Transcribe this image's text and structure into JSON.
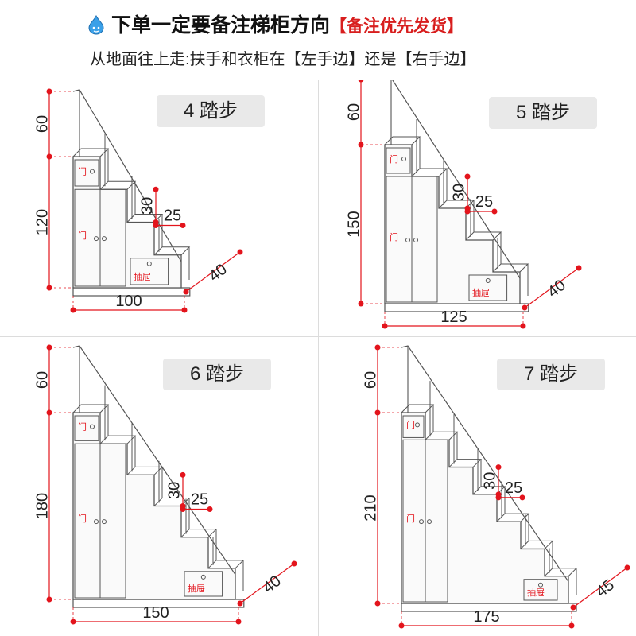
{
  "header": {
    "title": "下单一定要备注梯柜方向",
    "tag": "【备注优先发货】",
    "subtitle": "从地面往上走:扶手和衣柜在【左手边】还是【右手边】"
  },
  "labels": {
    "door": "门",
    "drawer": "抽屉"
  },
  "colors": {
    "dimension": "#e3141c",
    "outline": "#555555",
    "badge": "#e9e9e9"
  },
  "panels": [
    {
      "step_label": "4 踏步",
      "dims": {
        "top": "60",
        "middle": "120",
        "riser": "30",
        "tread": "25",
        "width": "100",
        "depth": "40"
      }
    },
    {
      "step_label": "5 踏步",
      "dims": {
        "top": "60",
        "middle": "150",
        "riser": "30",
        "tread": "25",
        "width": "125",
        "depth": "40"
      }
    },
    {
      "step_label": "6 踏步",
      "dims": {
        "top": "60",
        "middle": "180",
        "riser": "30",
        "tread": "25",
        "width": "150",
        "depth": "40"
      }
    },
    {
      "step_label": "7 踏步",
      "dims": {
        "top": "60",
        "middle": "210",
        "riser": "30",
        "tread": "25",
        "width": "175",
        "depth": "45"
      }
    }
  ]
}
